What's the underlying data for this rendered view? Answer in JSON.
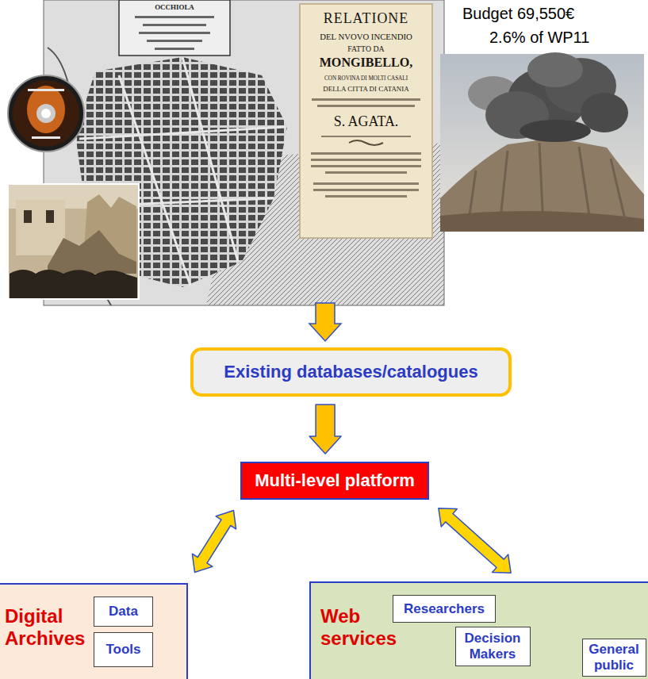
{
  "diagram": {
    "nodes": [
      {
        "text": [
          "Existing databases/catalogues"
        ]
      },
      {
        "text": [
          "Multi-level platform"
        ]
      },
      {
        "text": [
          "Digital Archives"
        ]
      },
      {
        "text": [
          "Data"
        ],
        "in": 2
      },
      {
        "text": [
          "Tools"
        ],
        "in": 2
      },
      {
        "text": [
          "Web services"
        ]
      },
      {
        "text": [
          "Researchers"
        ],
        "in": 5
      },
      {
        "text": [
          "Decision Makers"
        ],
        "in": 5
      },
      {
        "text": [
          "General public"
        ],
        "in": 5
      }
    ],
    "edges": [
      {
        "from": 0,
        "to": 1,
        "arrow": "to"
      },
      {
        "from": 1,
        "to": 2,
        "arrow": "both"
      },
      {
        "from": 1,
        "to": 5,
        "arrow": "both"
      }
    ],
    "labels": [
      "Budget 69,550€",
      "2.6% of WP11",
      "OCCHIOLA",
      "RELATIONE",
      "DEL NVOVO INCENDIO",
      "FATTO DA",
      "MONGIBELLO,",
      "CON ROVINA DI MOLTI CASALI",
      "DELLA CITTA DI CATANIA",
      "S. AGATA."
    ]
  }
}
